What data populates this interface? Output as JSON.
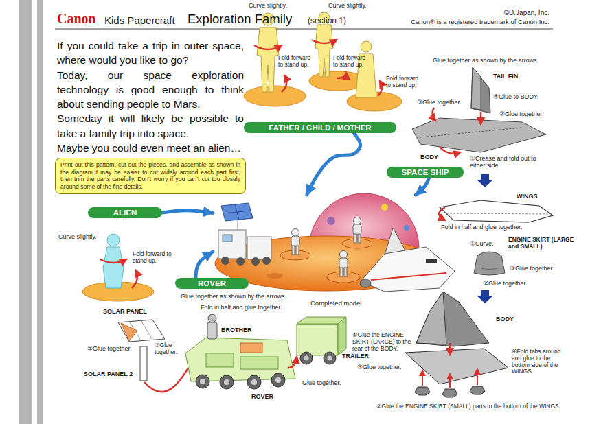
{
  "diagram": {
    "title": "Exploration Family",
    "nodes": [
      {
        "text": [
          "FATHER / CHILD / MOTHER"
        ]
      },
      {
        "text": [
          "Print out this pattern, cut out the pieces, and assemble as shown in the diagram.It may be easier to cut widely around each part first, then trim the parts carefully.  Don't worry if you can't cut too closely around some of the fine details."
        ]
      },
      {
        "text": [
          "SPACE SHIP"
        ]
      },
      {
        "text": [
          "ALIEN"
        ]
      },
      {
        "text": [
          "Completed model"
        ]
      },
      {
        "text": [
          "ROVER"
        ]
      }
    ],
    "edges": [
      {
        "from": 0,
        "to": 4,
        "arrow": "to"
      },
      {
        "from": 2,
        "to": 4,
        "arrow": "to"
      },
      {
        "from": 3,
        "to": 4,
        "arrow": "to"
      },
      {
        "from": 5,
        "to": 4,
        "arrow": "to"
      }
    ],
    "labels": [
      "Canon",
      "Kids Papercraft",
      "(section 1)",
      "©D.Japan, Inc.",
      "Canon® is a registered trademark of Canon Inc.",
      "If you could take a trip in outer space, where would you like to go?",
      "Today, our space exploration technology is good enough to think about sending people to Mars.",
      "Someday it will likely be possible to take a family trip into space.",
      "Maybe you could even meet an alien…",
      "Curve slightly.",
      "Curve slightly.",
      "Fold forward to stand up.",
      "Fold forward to stand up.",
      "Fold forward to stand up.",
      "Glue together as shown by the arrows.",
      "TAIL FIN",
      "③Glue together.",
      "④Glue to BODY.",
      "②Glue together.",
      "BODY",
      "①Crease and fold out to either side.",
      "WINGS",
      "Fold in half and glue together.",
      "①Curve.",
      "ENGINE SKIRT (LARGE and SMALL)",
      "③Glue together.",
      "②Glue together.",
      "BODY",
      "①Glue the ENGINE SKIRT (LARGE) to the rear of the BODY.",
      "③Glue together.",
      "④Fold tabs around and glue to the bottom side of the WINGS.",
      "②Glue the ENGINE SKIRT (SMALL) parts to the bottom of the WINGS.",
      "Curve slightly.",
      "Fold forward to stand up.",
      "Glue together as shown by the arrows.",
      "SOLAR PANEL",
      "Fold in half and glue together.",
      "①Glue together.",
      "②Glue together.",
      "BROTHER",
      "SOLAR PANEL 2",
      "TRAILER",
      "Glue together.",
      "ROVER"
    ]
  }
}
